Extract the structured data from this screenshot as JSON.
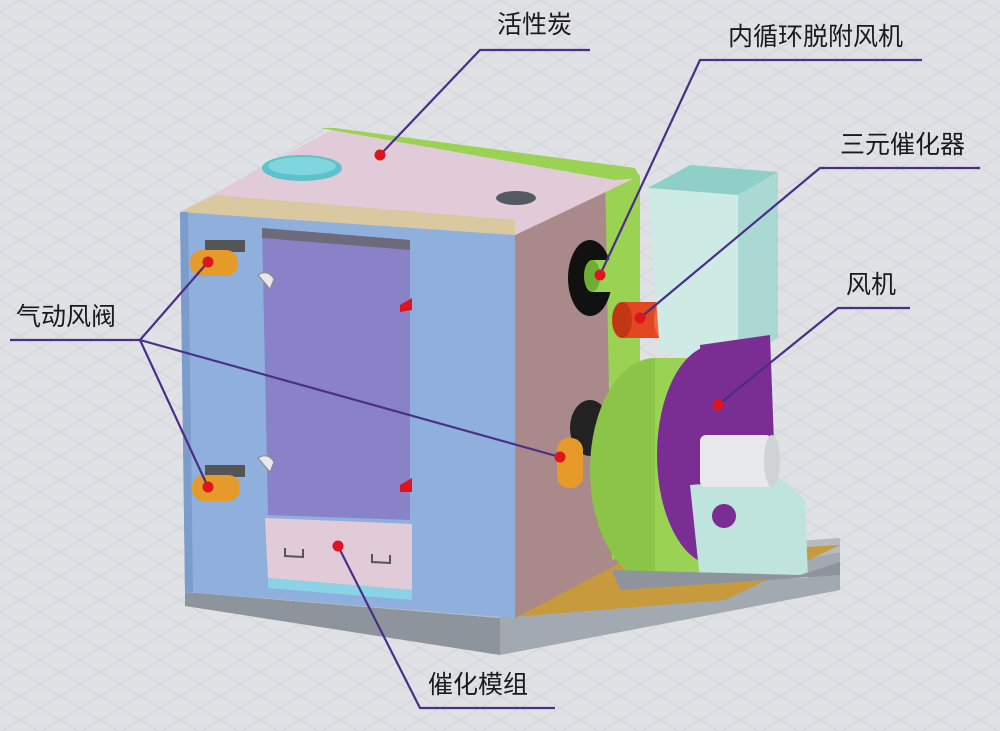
{
  "labels": {
    "activated_carbon": "活性炭",
    "internal_circulation_fan": "内循环脱附风机",
    "three_way_catalyst": "三元催化器",
    "fan": "风机",
    "pneumatic_valve": "气动风阀",
    "catalytic_module": "催化模组"
  },
  "colors": {
    "background": "#dfe1e5",
    "front_panel": "#8fb0dc",
    "door": "#8a82c8",
    "top": "#e2cbd8",
    "side": "#a9898a",
    "fan_housing": "#9ad253",
    "fan_face": "#7a2d93",
    "duct": "#bfe3dd",
    "catalyst": "#e3471f",
    "valve": "#e69a2a",
    "leader_line": "#4a2f86",
    "marker": "#e0141e",
    "base": "#9aa0a8",
    "floor": "#c89a3e"
  }
}
